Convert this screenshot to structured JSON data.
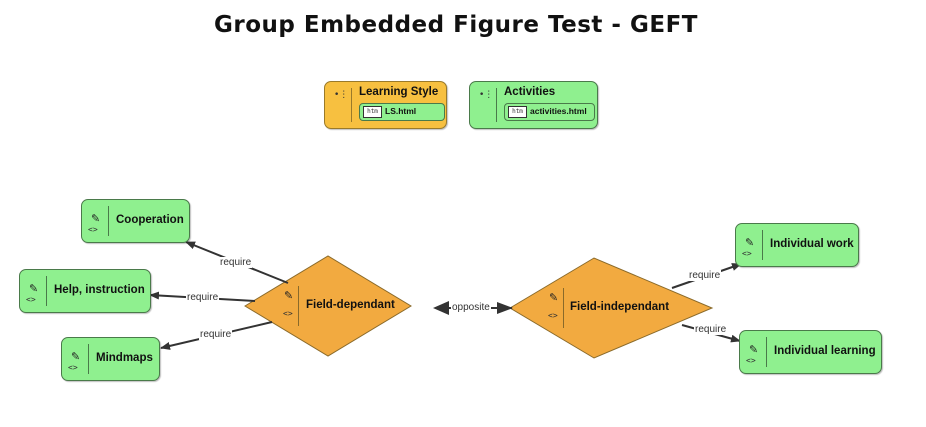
{
  "title": "Group Embedded Figure Test - GEFT",
  "legend": {
    "learning_style": {
      "label": "Learning Style",
      "file": "LS.html",
      "file_icon": "htm"
    },
    "activities": {
      "label": "Activities",
      "file": "activities.html",
      "file_icon": "htm"
    }
  },
  "nodes": {
    "cooperation": "Cooperation",
    "help_instruction": "Help, instruction",
    "mindmaps": "Mindmaps",
    "field_dependant": "Field-dependant",
    "field_independant": "Field-independant",
    "individual_work": "Individual work",
    "individual_learning": "Individual learning"
  },
  "edges": {
    "require": "require",
    "opposite": "opposite"
  },
  "icons": {
    "pen": "pen-icon",
    "code": "<>",
    "list": "list-icon"
  },
  "colors": {
    "activity_fill": "#8ff08f",
    "style_fill": "#f7c040",
    "diamond_fill": "#f2aa40"
  }
}
